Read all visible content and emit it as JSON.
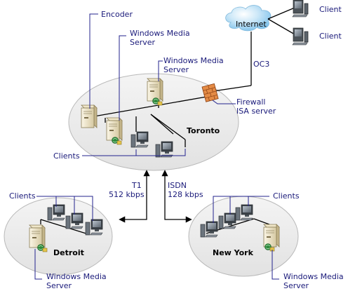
{
  "labels": {
    "encoder": "Encoder",
    "toronto_wms_1": "Windows Media",
    "toronto_wms_2": "Server",
    "toronto_wms2_1": "Windows Media",
    "toronto_wms2_2": "Server",
    "internet": "Internet",
    "client_1": "Client",
    "client_2": "Client",
    "oc3": "OC3",
    "firewall_1": "Firewall",
    "firewall_2": "ISA server",
    "toronto": "Toronto",
    "toronto_clients": "Clients",
    "t1_1": "T1",
    "t1_2": "512 kbps",
    "isdn_1": "ISDN",
    "isdn_2": "128 kbps",
    "detroit_clients": "Clients",
    "newyork_clients": "Clients",
    "detroit": "Detroit",
    "newyork": "New York",
    "detroit_wms_1": "Windows Media",
    "detroit_wms_2": "Server",
    "newyork_wms_1": "Windows Media",
    "newyork_wms_2": "Server"
  },
  "colors": {
    "site_fill": "#ebebeb",
    "cloud": "#9fd0f0",
    "callout": "#23238e",
    "firewall": "#e07a30"
  }
}
